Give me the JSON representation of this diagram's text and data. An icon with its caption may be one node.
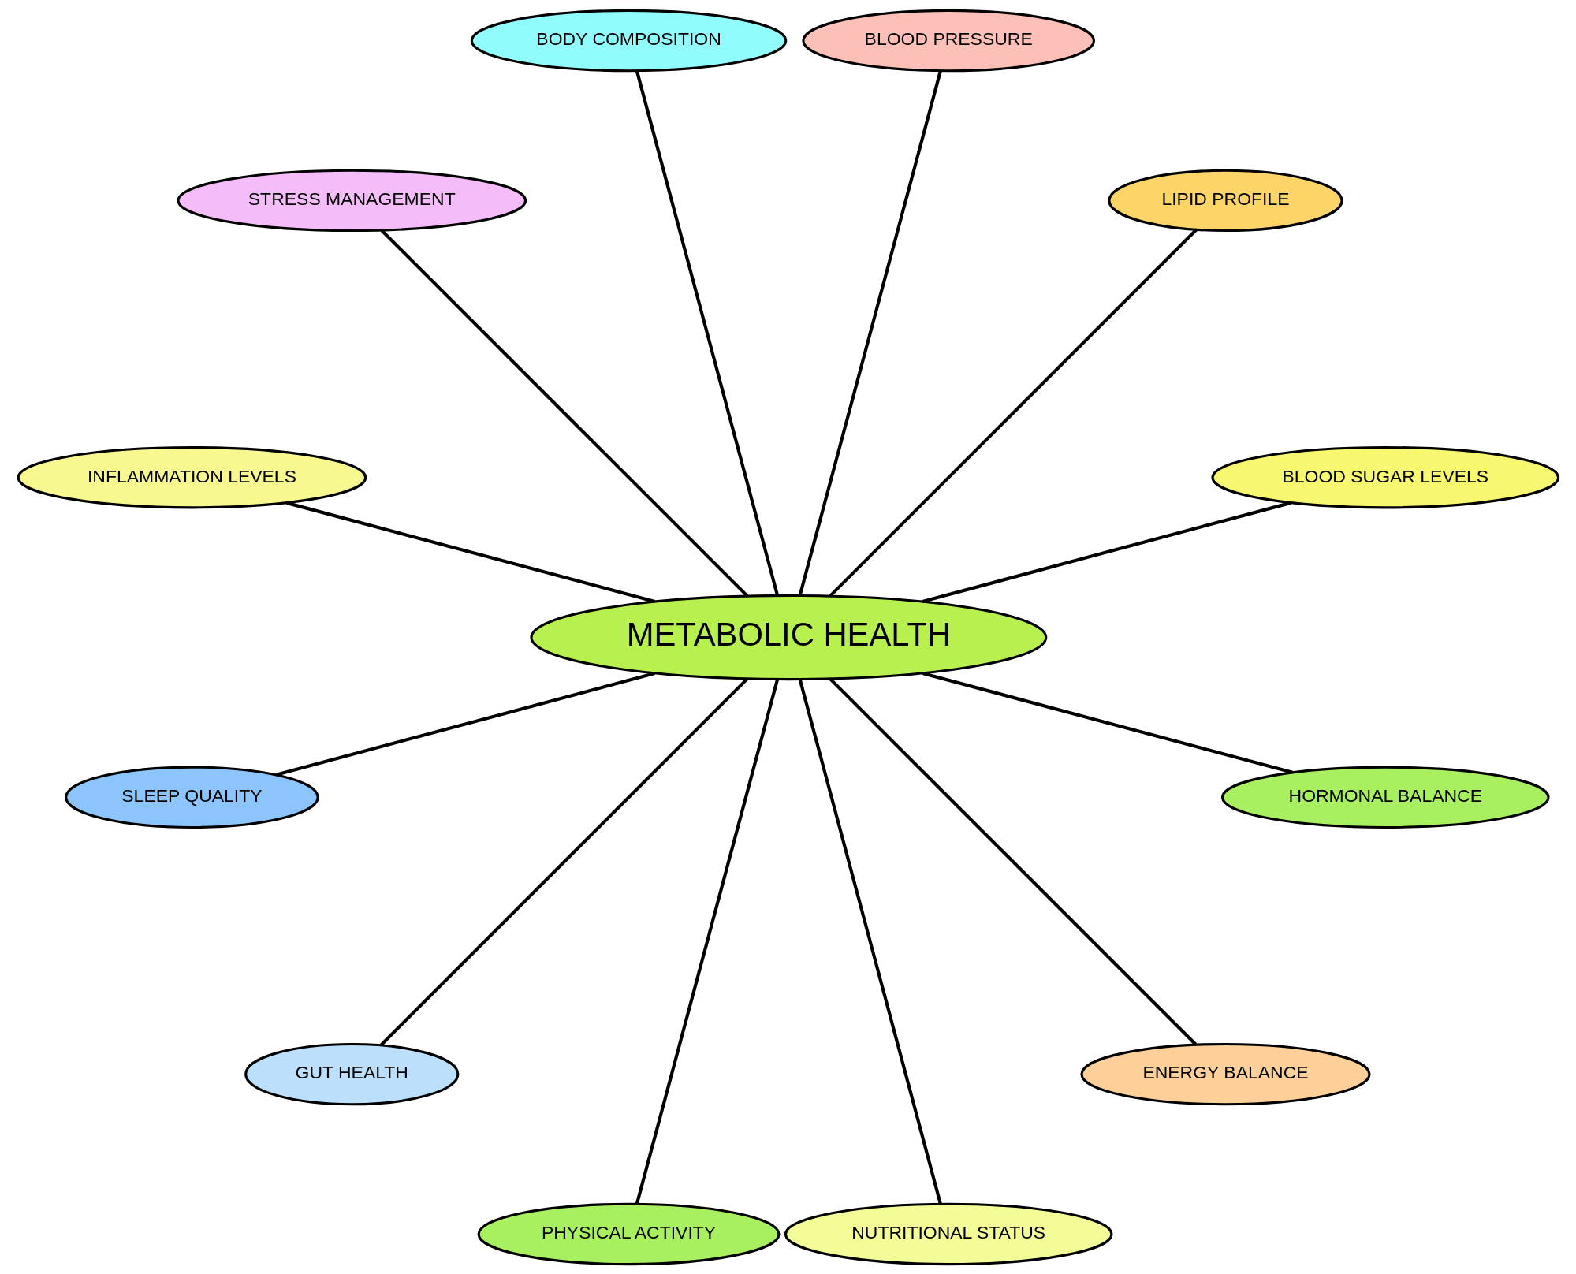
{
  "diagram": {
    "nodes": [
      {
        "text": [
          "METABOLIC HEALTH"
        ]
      },
      {
        "text": [
          "BLOOD SUGAR LEVELS"
        ]
      },
      {
        "text": [
          "LIPID PROFILE"
        ]
      },
      {
        "text": [
          "BLOOD PRESSURE"
        ]
      },
      {
        "text": [
          "BODY COMPOSITION"
        ]
      },
      {
        "text": [
          "STRESS MANAGEMENT"
        ]
      },
      {
        "text": [
          "INFLAMMATION LEVELS"
        ]
      },
      {
        "text": [
          "SLEEP QUALITY"
        ]
      },
      {
        "text": [
          "GUT HEALTH"
        ]
      },
      {
        "text": [
          "PHYSICAL ACTIVITY"
        ]
      },
      {
        "text": [
          "NUTRITIONAL STATUS"
        ]
      },
      {
        "text": [
          "ENERGY BALANCE"
        ]
      },
      {
        "text": [
          "HORMONAL BALANCE"
        ]
      }
    ],
    "edges": [
      {
        "from": 0,
        "to": 1,
        "arrow": "none"
      },
      {
        "from": 0,
        "to": 2,
        "arrow": "none"
      },
      {
        "from": 0,
        "to": 3,
        "arrow": "none"
      },
      {
        "from": 0,
        "to": 4,
        "arrow": "none"
      },
      {
        "from": 0,
        "to": 6,
        "arrow": "none"
      },
      {
        "from": 0,
        "to": 8,
        "arrow": "none"
      },
      {
        "from": 0,
        "to": 12,
        "arrow": "none"
      },
      {
        "from": 0,
        "to": 11,
        "arrow": "none"
      },
      {
        "from": 0,
        "to": 10,
        "arrow": "none"
      },
      {
        "from": 0,
        "to": 9,
        "arrow": "none"
      },
      {
        "from": 0,
        "to": 7,
        "arrow": "none"
      },
      {
        "from": 0,
        "to": 5,
        "arrow": "none"
      }
    ]
  }
}
